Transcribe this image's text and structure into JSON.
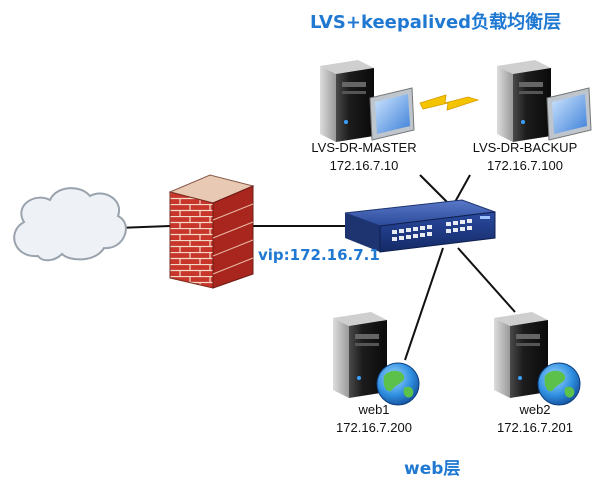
{
  "title_top": "LVS+keepalived负载均衡层",
  "title_bottom": "web层",
  "vip_label": "vip:172.16.7.1",
  "nodes": {
    "master": {
      "name": "LVS-DR-MASTER",
      "ip": "172.16.7.10"
    },
    "backup": {
      "name": "LVS-DR-BACKUP",
      "ip": "172.16.7.100"
    },
    "web1": {
      "name": "web1",
      "ip": "172.16.7.200"
    },
    "web2": {
      "name": "web2",
      "ip": "172.16.7.201"
    }
  },
  "colors": {
    "accent": "#1f78d1",
    "link": "#111111",
    "heartbeat": "#f5c400"
  }
}
